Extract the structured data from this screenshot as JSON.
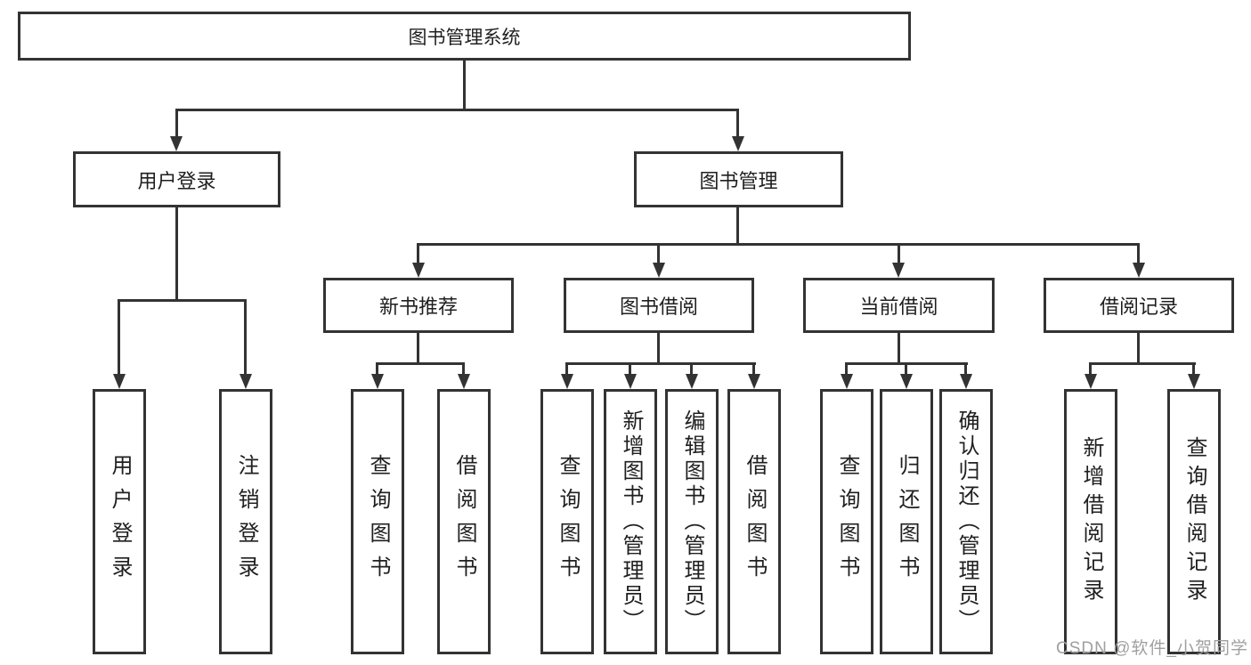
{
  "diagram": {
    "root": {
      "label": "图书管理系统"
    },
    "branches": {
      "user_login": {
        "label": "用户登录",
        "children": [
          {
            "label": "用户登录"
          },
          {
            "label": "注销登录"
          }
        ]
      },
      "book_mgmt": {
        "label": "图书管理",
        "sections": [
          {
            "label": "新书推荐",
            "children": [
              {
                "label": "查询图书"
              },
              {
                "label": "借阅图书"
              }
            ]
          },
          {
            "label": "图书借阅",
            "children": [
              {
                "label": "查询图书"
              },
              {
                "label": "新增图书（管理员）"
              },
              {
                "label": "编辑图书（管理员）"
              },
              {
                "label": "借阅图书"
              }
            ]
          },
          {
            "label": "当前借阅",
            "children": [
              {
                "label": "查询图书"
              },
              {
                "label": "归还图书"
              },
              {
                "label": "确认归还（管理员）"
              }
            ]
          },
          {
            "label": "借阅记录",
            "children": [
              {
                "label": "新增借阅记录"
              },
              {
                "label": "查询借阅记录"
              }
            ]
          }
        ]
      }
    }
  },
  "watermark": {
    "text": "CSDN @软件_小贺同学"
  },
  "colors": {
    "line": "#333333",
    "text": "#1f1f1f",
    "watermark": "#a0a0a0",
    "background": "#ffffff"
  }
}
